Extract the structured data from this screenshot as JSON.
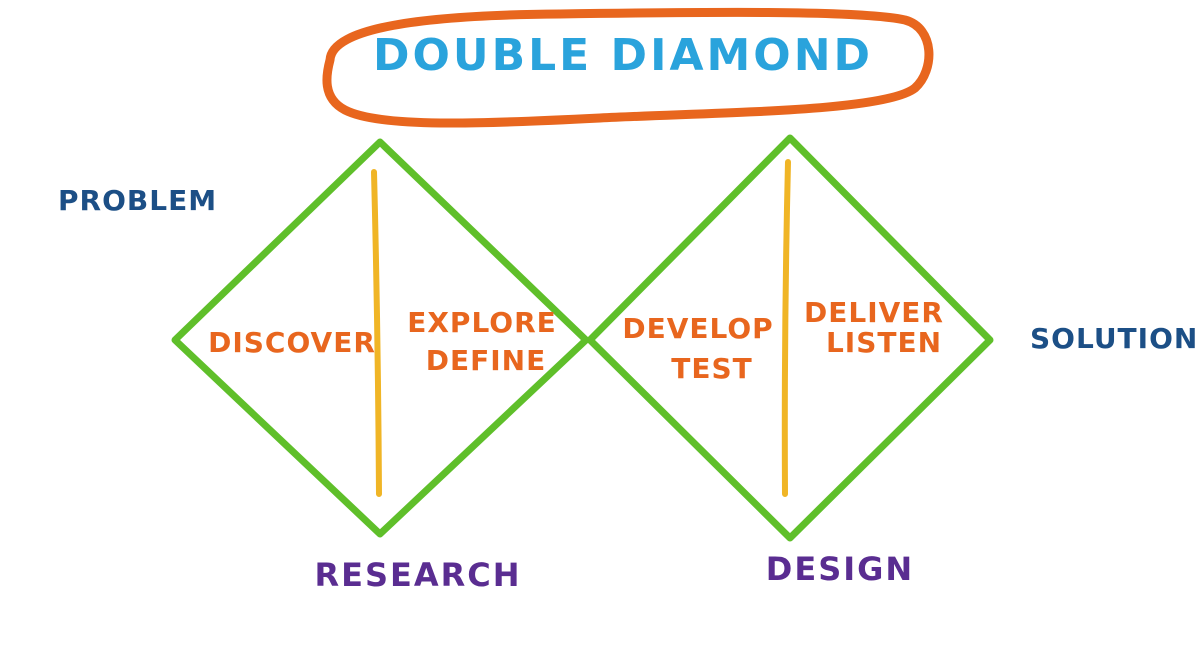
{
  "title": "DOUBLE DIAMOND",
  "side_labels": {
    "left": "PROBLEM",
    "right": "SOLUTION"
  },
  "diamonds": [
    {
      "bottom_label": "RESEARCH",
      "left_half": [
        "DISCOVER"
      ],
      "right_half": [
        "EXPLORE",
        "DEFINE"
      ]
    },
    {
      "bottom_label": "DESIGN",
      "left_half": [
        "DEVELOP",
        "TEST"
      ],
      "right_half": [
        "DELIVER",
        "LISTEN"
      ]
    }
  ],
  "colors": {
    "title_text": "#2aa3dc",
    "title_outline": "#e8661e",
    "diamond_outline": "#5fbf2a",
    "divider": "#f0b526",
    "phase_text": "#e8661e",
    "side_text": "#1c4f86",
    "bottom_text": "#5a2d91"
  }
}
